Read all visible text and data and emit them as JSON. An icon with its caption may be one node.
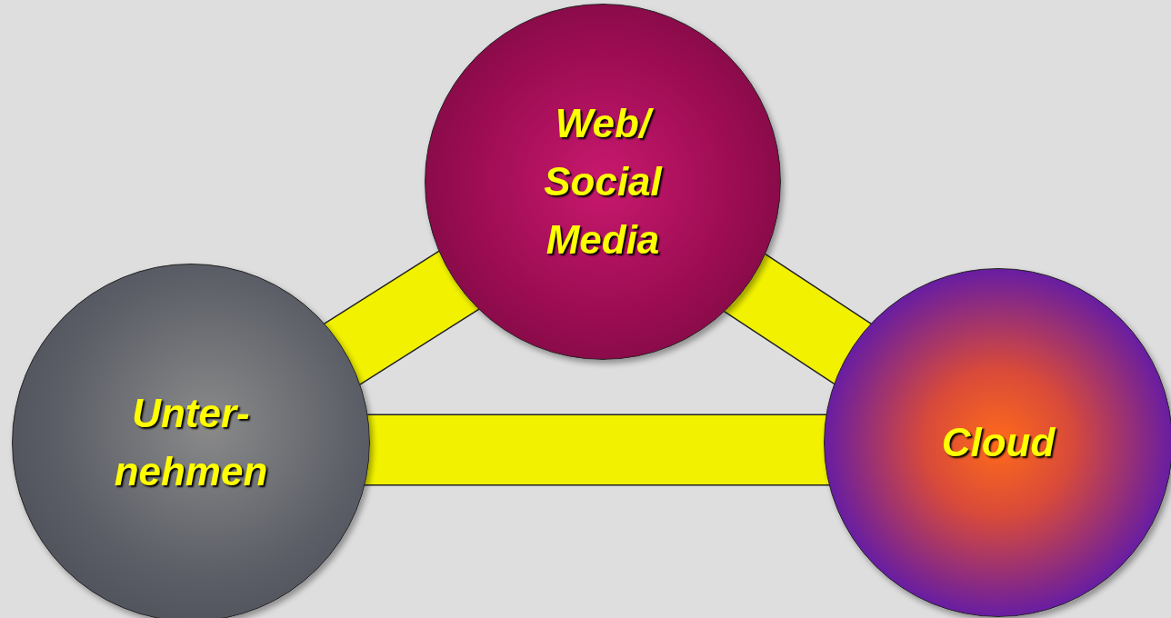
{
  "diagram": {
    "nodes": [
      {
        "text": [
          "Web/ Social Media"
        ]
      },
      {
        "text": [
          "Unter- nehmen"
        ]
      },
      {
        "text": [
          "Cloud"
        ]
      }
    ],
    "edges": [
      {
        "from": 1,
        "to": 0,
        "arrow": "none"
      },
      {
        "from": 0,
        "to": 2,
        "arrow": "none"
      },
      {
        "from": 1,
        "to": 2,
        "arrow": "none"
      }
    ]
  }
}
